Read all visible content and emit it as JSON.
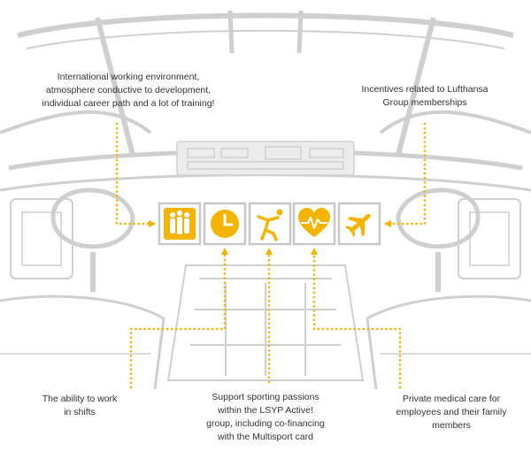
{
  "colors": {
    "accent": "#f5b400",
    "line_art": "#cfcfcf",
    "panel_fill": "#ececec",
    "text": "#333333"
  },
  "benefit_icons": [
    {
      "name": "people-icon",
      "meaning": "working-environment"
    },
    {
      "name": "clock-icon",
      "meaning": "shifts"
    },
    {
      "name": "sport-icon",
      "meaning": "sport"
    },
    {
      "name": "heart-pulse-icon",
      "meaning": "medical-care"
    },
    {
      "name": "airplane-icon",
      "meaning": "lufthansa-group"
    }
  ],
  "captions": {
    "international": {
      "line1": "International working environment,",
      "line2": "atmosphere conductive to development,",
      "line3": "individual career path and a lot of training!"
    },
    "incentives": {
      "line1": "Incentives related to Lufthansa",
      "line2": "Group memberships"
    },
    "shifts": {
      "line1": "The ability to work",
      "line2": "in shifts"
    },
    "sport": {
      "line1": "Support sporting passions",
      "line2": "within the LSYP Active!",
      "line3": "group, including co-financing",
      "line4": "with the Multisport card"
    },
    "medical": {
      "line1": "Private medical care for",
      "line2": "employees and their family",
      "line3": "members"
    }
  }
}
